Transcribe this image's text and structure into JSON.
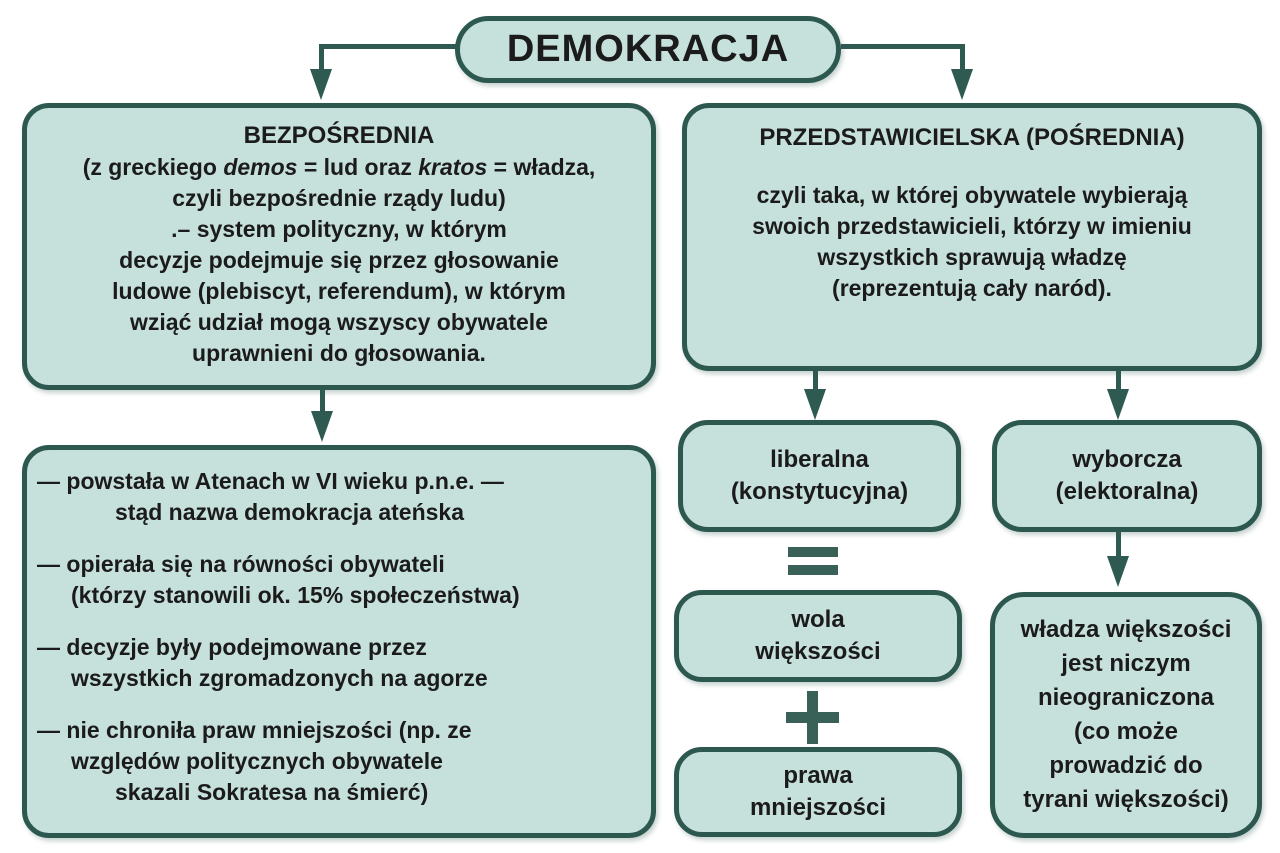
{
  "colors": {
    "box_fill": "#c6e0dc",
    "box_border": "#2d5850",
    "arrow": "#2f5a52",
    "sign": "#3a6158",
    "text": "#1b1b1b",
    "background": "#ffffff"
  },
  "title": "DEMOKRACJA",
  "left": {
    "definition": {
      "heading": "BEZPOŚREDNIA",
      "lines": [
        [
          {
            "t": "(z greckiego "
          },
          {
            "t": "demos",
            "i": true
          },
          {
            "t": " = lud oraz "
          },
          {
            "t": "kratos",
            "i": true
          },
          {
            "t": " = władza,"
          }
        ],
        [
          {
            "t": "czyli bezpośrednie rządy ludu)"
          }
        ],
        [
          {
            "t": ".– system polityczny, w którym"
          }
        ],
        [
          {
            "t": "decyzje podejmuje się przez głosowanie"
          }
        ],
        [
          {
            "t": "ludowe (plebiscyt, referendum), w którym"
          }
        ],
        [
          {
            "t": "wziąć udział mogą wszyscy obywatele"
          }
        ],
        [
          {
            "t": "uprawnieni do głosowania."
          }
        ]
      ]
    },
    "history": {
      "bullets": [
        {
          "lines": [
            {
              "t": "— powstała w Atenach w VI wieku p.n.e. —",
              "ind": 0
            },
            {
              "t": "stąd nazwa demokracja ateńska",
              "ind": 2
            }
          ]
        },
        {
          "lines": [
            {
              "t": "— opierała się na równości obywateli",
              "ind": 0
            },
            {
              "t": "(którzy stanowili ok. 15% społeczeństwa)",
              "ind": 1
            }
          ]
        },
        {
          "lines": [
            {
              "t": "— decyzje były podejmowane przez",
              "ind": 0
            },
            {
              "t": "wszystkich zgromadzonych na agorze",
              "ind": 1
            }
          ]
        },
        {
          "lines": [
            {
              "t": "— nie chroniła praw mniejszości (np. ze",
              "ind": 0
            },
            {
              "t": "względów politycznych obywatele",
              "ind": 1
            },
            {
              "t": "skazali Sokratesa na śmierć)",
              "ind": 2
            }
          ]
        }
      ]
    }
  },
  "right": {
    "definition": {
      "heading": "PRZEDSTAWICIELSKA (POŚREDNIA)",
      "body": "czyli taka, w której obywatele wybierają\nswoich przedstawicieli, którzy w imieniu\nwszystkich sprawują władzę\n(reprezentują cały naród)."
    },
    "liberal": {
      "label": "liberalna\n(konstytucyjna)"
    },
    "electoral": {
      "label": "wyborcza\n(elektoralna)"
    },
    "majority_will": {
      "label": "wola\nwiększości"
    },
    "minority_rights": {
      "label": "prawa\nmniejszości"
    },
    "majority_power": {
      "label": "władza większości\njest niczym\nnieograniczona\n(co może\nprowadzić do\ntyrani większości)"
    },
    "equals_sign": "=",
    "plus_sign": "+"
  }
}
